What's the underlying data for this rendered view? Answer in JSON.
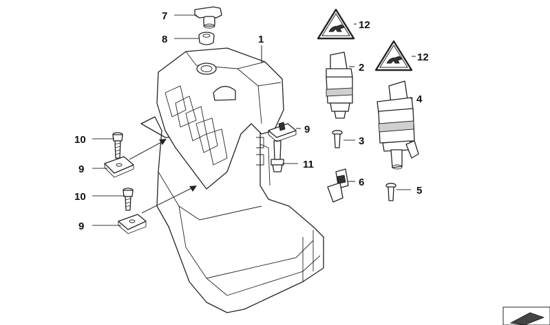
{
  "callouts": {
    "c1": "1",
    "c2": "2",
    "c3": "3",
    "c4": "4",
    "c5": "5",
    "c6": "6",
    "c7": "7",
    "c8": "8",
    "c9a": "9",
    "c9b": "9",
    "c9c": "9",
    "c10a": "10",
    "c10b": "10",
    "c11": "11",
    "c12a": "12",
    "c12b": "12"
  },
  "colors": {
    "line": "#222222",
    "shade": "#cfcfcf",
    "background": "#ffffff"
  },
  "icons": {
    "warning_triangle": "hazard-symbol-icon"
  }
}
